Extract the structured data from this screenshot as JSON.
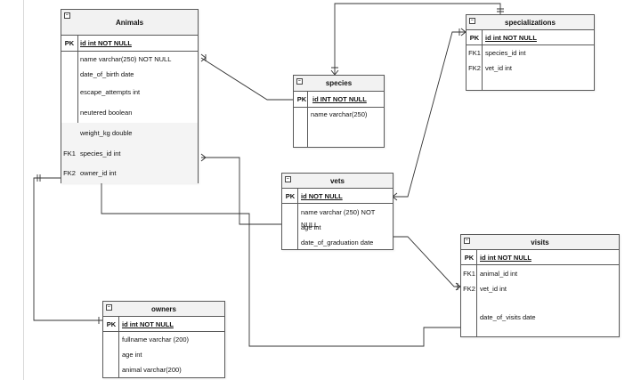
{
  "tables": {
    "animals": {
      "title": "Animals",
      "pk": {
        "key": "PK",
        "field": "id int NOT NULL"
      },
      "rows": [
        {
          "key": "",
          "field": "name varchar(250) NOT NULL"
        },
        {
          "key": "",
          "field": "date_of_birth date"
        },
        {
          "key": "",
          "field": "escape_attempts int"
        },
        {
          "key": "",
          "field": "neutered boolean"
        },
        {
          "key": "",
          "field": "weight_kg double"
        },
        {
          "key": "FK1",
          "field": "species_id int"
        },
        {
          "key": "FK2",
          "field": "owner_id int"
        }
      ]
    },
    "species": {
      "title": "species",
      "pk": {
        "key": "PK",
        "field": "id INT NOT NULL"
      },
      "rows": [
        {
          "key": "",
          "field": "name varchar(250)"
        }
      ]
    },
    "specializations": {
      "title": "specializations",
      "pk": {
        "key": "PK",
        "field": "id int NOT NULL"
      },
      "rows": [
        {
          "key": "FK1",
          "field": "species_id int"
        },
        {
          "key": "FK2",
          "field": "vet_id int"
        }
      ]
    },
    "vets": {
      "title": "vets",
      "pk": {
        "key": "PK",
        "field": "id NOT NULL"
      },
      "rows": [
        {
          "key": "",
          "field": "name varchar (250) NOT NULL"
        },
        {
          "key": "",
          "field": "age int"
        },
        {
          "key": "",
          "field": "date_of_graduation date"
        }
      ]
    },
    "visits": {
      "title": "visits",
      "pk": {
        "key": "PK",
        "field": "id int NOT NULL"
      },
      "rows": [
        {
          "key": "FK1",
          "field": "animal_id int"
        },
        {
          "key": "FK2",
          "field": "vet_id int"
        },
        {
          "key": "",
          "field": "date_of_visits date"
        }
      ]
    },
    "owners": {
      "title": "owners",
      "pk": {
        "key": "PK",
        "field": "id int NOT NULL"
      },
      "rows": [
        {
          "key": "",
          "field": "fullname varchar (200)"
        },
        {
          "key": "",
          "field": "age int"
        },
        {
          "key": "",
          "field": "animal varchar(200)"
        }
      ]
    }
  },
  "collapse_symbol": "−",
  "colors": {
    "line": "#333333",
    "header_bg": "#f2f2f2",
    "border": "#5a5a5a"
  }
}
